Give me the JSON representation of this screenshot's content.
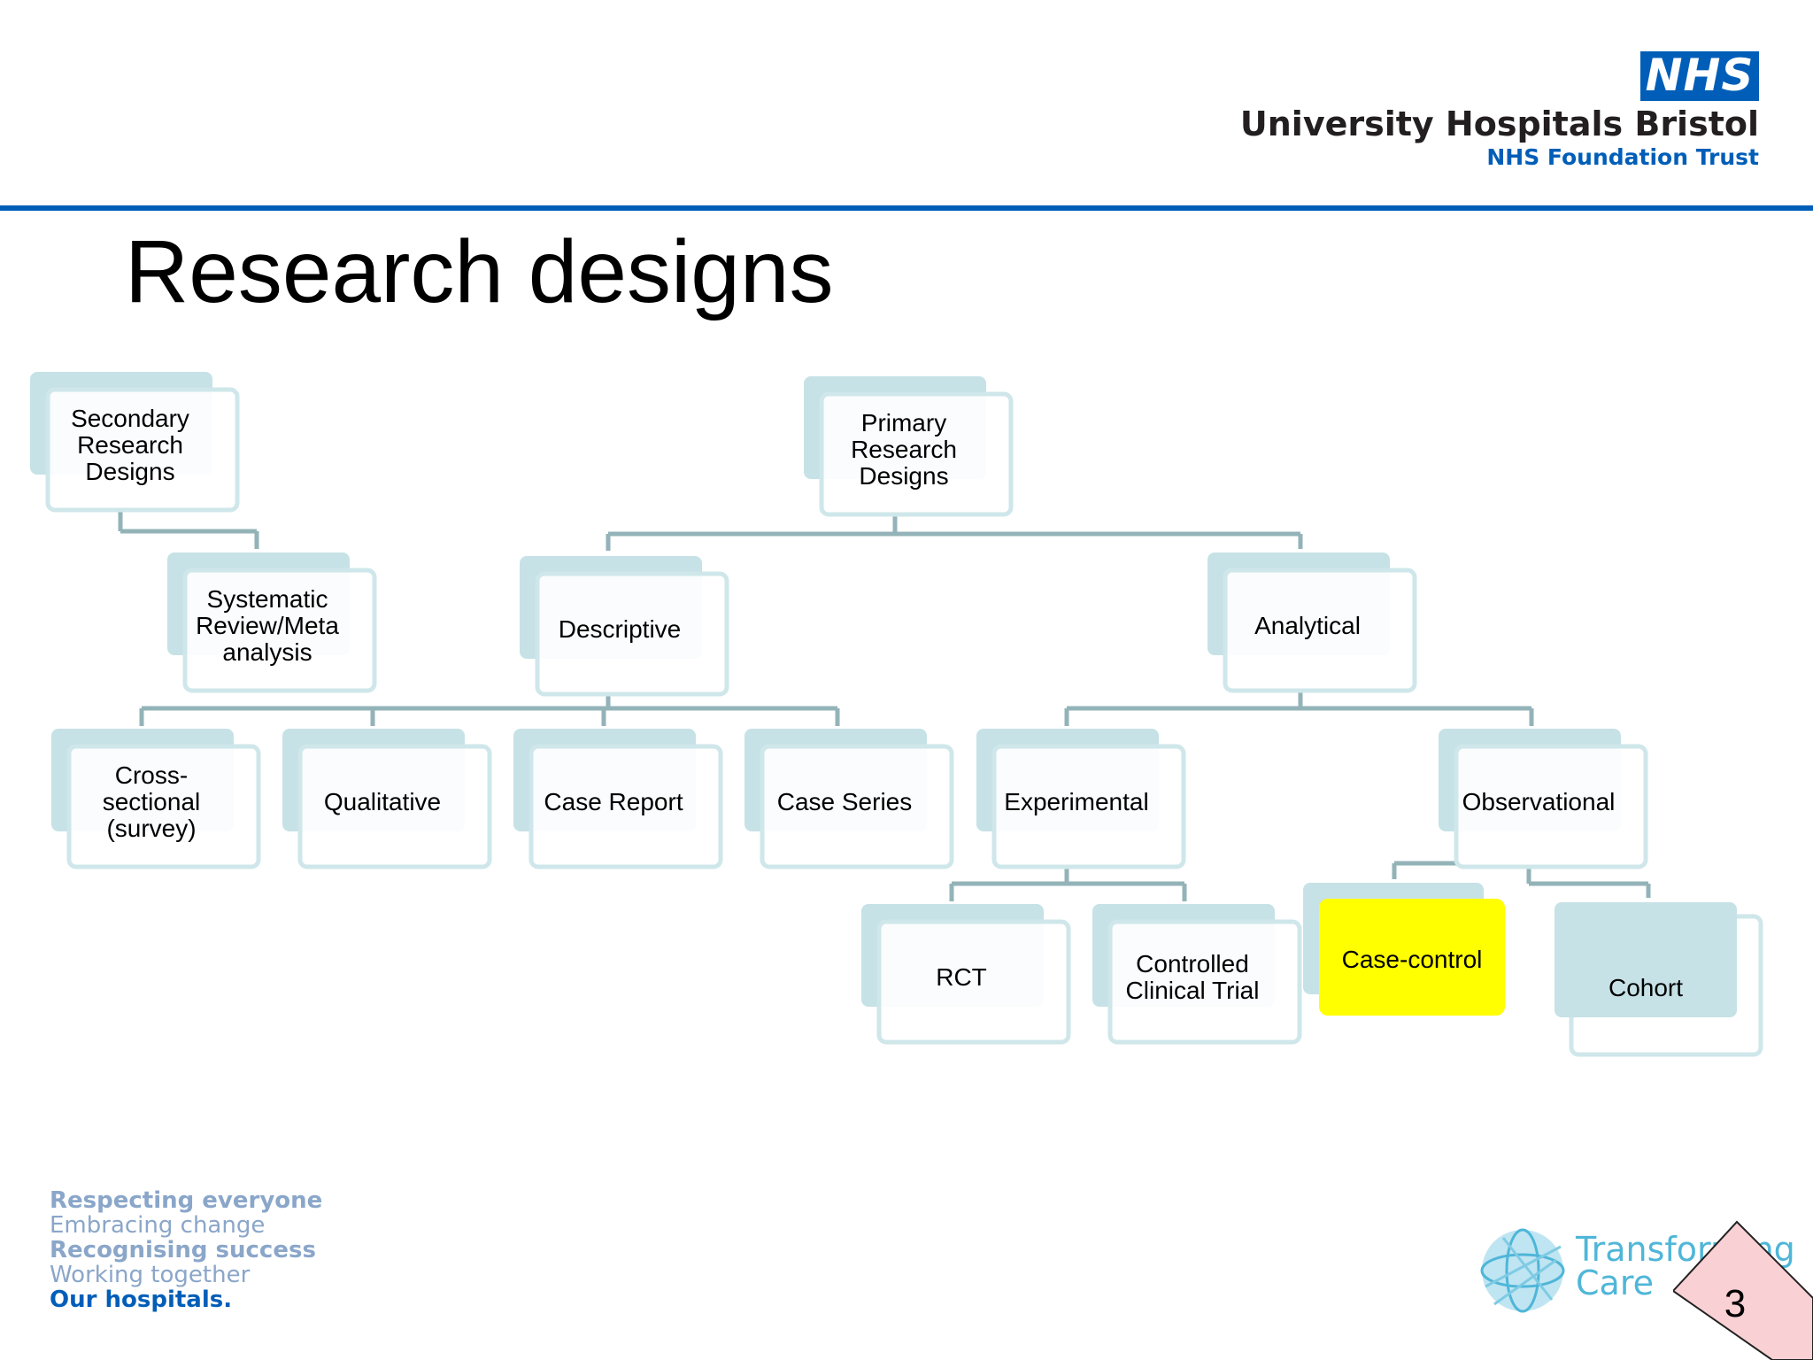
{
  "header": {
    "nhs_logo_text": "NHS",
    "org_name": "University Hospitals Bristol",
    "org_subtitle": "NHS Foundation Trust",
    "brand_color": "#005eb8"
  },
  "title": "Research designs",
  "diagram": {
    "nodes": [
      {
        "id": "secondary",
        "label": "Secondary Research Designs",
        "parent": null
      },
      {
        "id": "systematic",
        "label": "Systematic Review/Meta analysis",
        "parent": "secondary"
      },
      {
        "id": "primary",
        "label": "Primary Research Designs",
        "parent": null
      },
      {
        "id": "descriptive",
        "label": "Descriptive",
        "parent": "primary"
      },
      {
        "id": "analytical",
        "label": "Analytical",
        "parent": "primary"
      },
      {
        "id": "cross",
        "label": "Cross-sectional (survey)",
        "parent": "descriptive"
      },
      {
        "id": "qualitative",
        "label": "Qualitative",
        "parent": "descriptive"
      },
      {
        "id": "casereport",
        "label": "Case Report",
        "parent": "descriptive"
      },
      {
        "id": "caseseries",
        "label": "Case Series",
        "parent": "descriptive"
      },
      {
        "id": "experimental",
        "label": "Experimental",
        "parent": "analytical"
      },
      {
        "id": "observational",
        "label": "Observational",
        "parent": "analytical"
      },
      {
        "id": "rct",
        "label": "RCT",
        "parent": "experimental"
      },
      {
        "id": "cct",
        "label": "Controlled Clinical Trial",
        "parent": "experimental"
      },
      {
        "id": "casecontrol",
        "label": "Case-control",
        "parent": "observational",
        "highlight": true
      },
      {
        "id": "cohort",
        "label": "Cohort",
        "parent": "observational"
      }
    ],
    "colors": {
      "shadow": "#c6e2e6",
      "border": "#cfe7ea",
      "connector": "#93b3b8",
      "highlight": "#ffff00",
      "box_fill": "#ffffff"
    }
  },
  "footer": {
    "values": [
      "Respecting everyone",
      "Embracing change",
      "Recognising success",
      "Working together",
      "Our hospitals."
    ],
    "transforming_care": [
      "Transforming",
      "Care"
    ],
    "page_number": "3",
    "page_marker_color": "#f9d0d4"
  }
}
